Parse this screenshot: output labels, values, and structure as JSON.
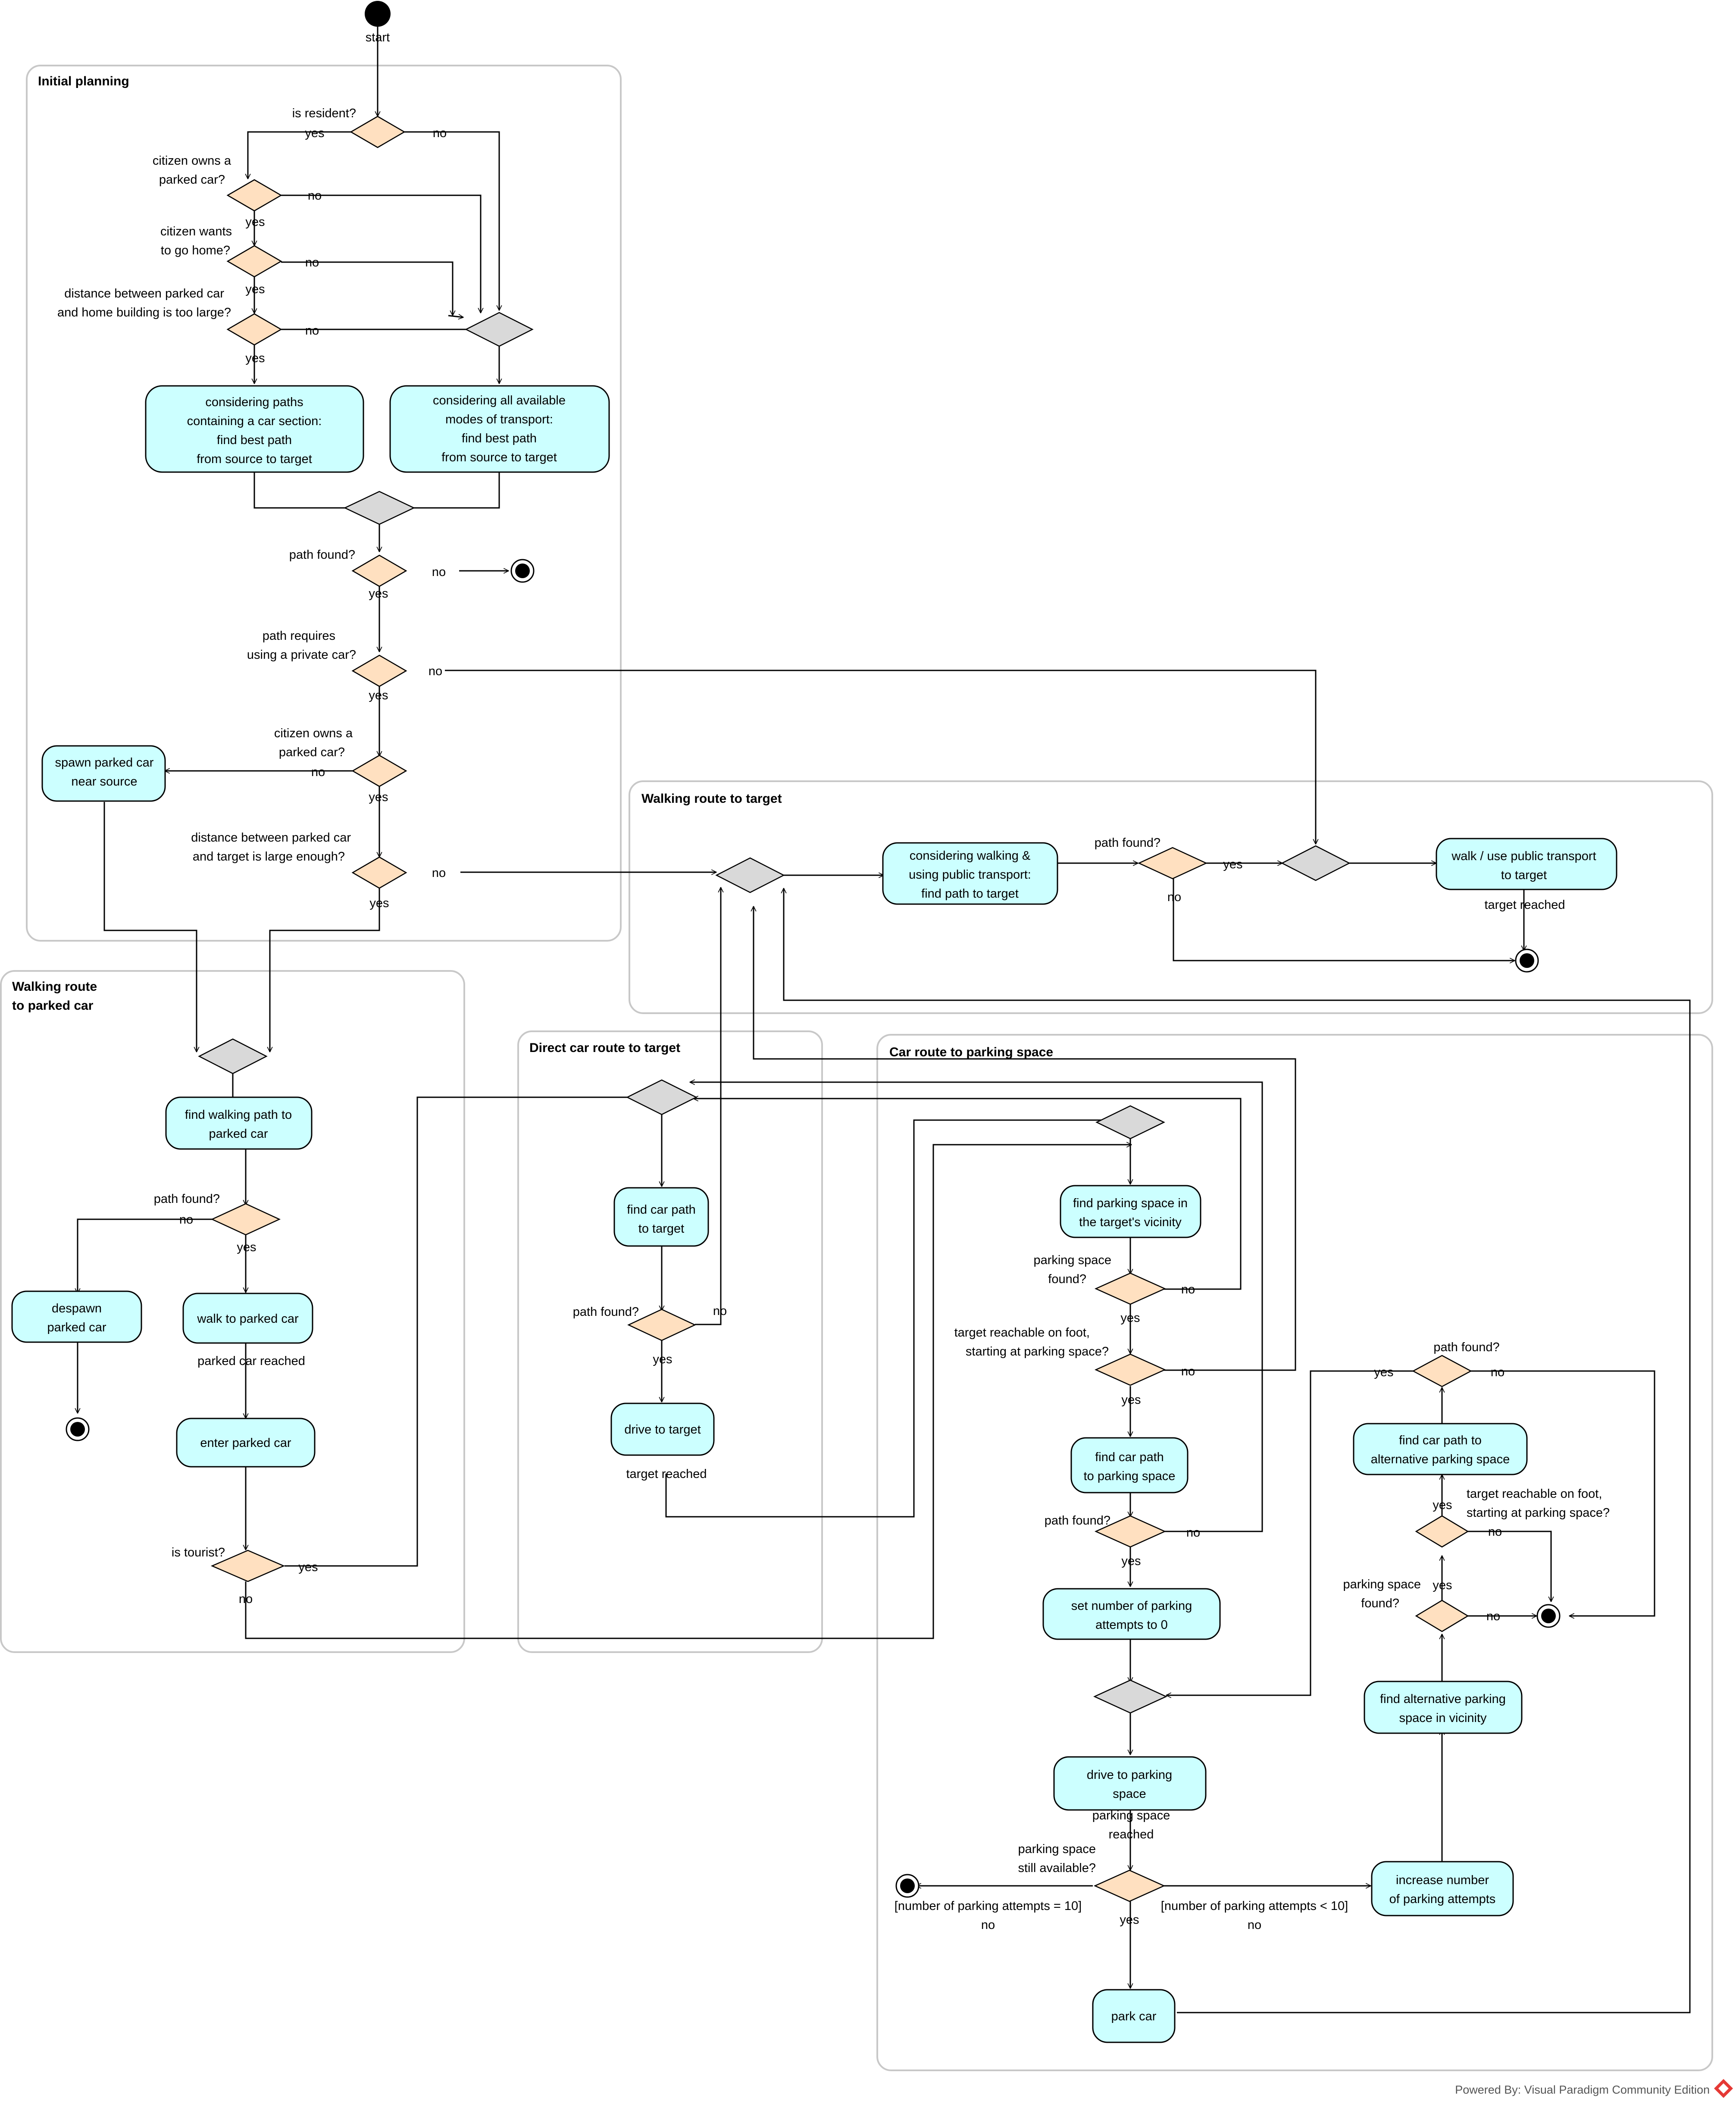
{
  "start_label": "start",
  "containers": {
    "initial_planning": "Initial planning",
    "walking_to_target": "Walking route to target",
    "walking_to_parked_car": [
      "Walking route",
      "to parked car"
    ],
    "direct_car_route": "Direct car route to target",
    "car_route_parking": "Car route to parking space"
  },
  "actions": {
    "car_paths": [
      "considering paths",
      "containing a car section:",
      "find best path",
      "from source to target"
    ],
    "all_modes": [
      "considering all available",
      "modes of transport:",
      "find best path",
      "from source to target"
    ],
    "spawn_car": [
      "spawn parked car",
      "near source"
    ],
    "walk_public": [
      "considering walking &",
      "using public transport:",
      "find path to target"
    ],
    "walk_use_pt": [
      "walk / use public transport",
      "to target"
    ],
    "find_walk_path": [
      "find walking path to",
      "parked car"
    ],
    "despawn": [
      "despawn",
      "parked car"
    ],
    "walk_to_car": [
      "walk to parked car"
    ],
    "enter_car": [
      "enter parked car"
    ],
    "find_car_path": [
      "find car path",
      "to target"
    ],
    "drive_target": [
      "drive to target"
    ],
    "find_parking": [
      "find parking space in",
      "the target's vicinity"
    ],
    "find_car_path_parking": [
      "find car path",
      "to parking space"
    ],
    "set_attempts": [
      "set number of parking",
      "attempts to 0"
    ],
    "drive_parking": [
      "drive to parking",
      "space"
    ],
    "park_car": [
      "park car"
    ],
    "increase_attempts": [
      "increase number",
      "of parking attempts"
    ],
    "find_alt_parking": [
      "find alternative parking",
      "space in vicinity"
    ],
    "find_car_path_alt": [
      "find car path to",
      "alternative parking space"
    ]
  },
  "questions": {
    "is_resident": [
      "is resident?"
    ],
    "owns_parked_car": [
      "citizen owns a",
      "parked car?"
    ],
    "wants_home": [
      "citizen wants",
      "to go home?"
    ],
    "distance_home": [
      "distance between parked car",
      "and home building is too large?"
    ],
    "path_found": [
      "path found?"
    ],
    "requires_private_car": [
      "path requires",
      "using a private car?"
    ],
    "owns_parked_car_2": [
      "citizen owns a",
      "parked car?"
    ],
    "distance_target": [
      "distance between parked car",
      "and target is large enough?"
    ],
    "is_tourist": [
      "is tourist?"
    ],
    "parking_space_found": [
      "parking space",
      "found?"
    ],
    "target_reachable": [
      "target reachable on foot,",
      "starting at parking space?"
    ],
    "still_available": [
      "parking space",
      "still available?"
    ]
  },
  "guards": {
    "yes": "yes",
    "no": "no",
    "target_reached": "target reached",
    "parked_car_reached": "parked car reached",
    "parking_space_reached": [
      "parking space",
      "reached"
    ],
    "attempts_eq_10": "[number of parking attempts = 10]",
    "attempts_lt_10": "[number of parking attempts < 10]"
  },
  "footer": "Powered By: Visual Paradigm Community Edition",
  "colors": {
    "action_fill": "#ccffff",
    "decision_fill": "#ffe0c0",
    "merge_fill": "#d9d9d9",
    "container_stroke": "#c8c8c8",
    "logo": "#e53935"
  }
}
